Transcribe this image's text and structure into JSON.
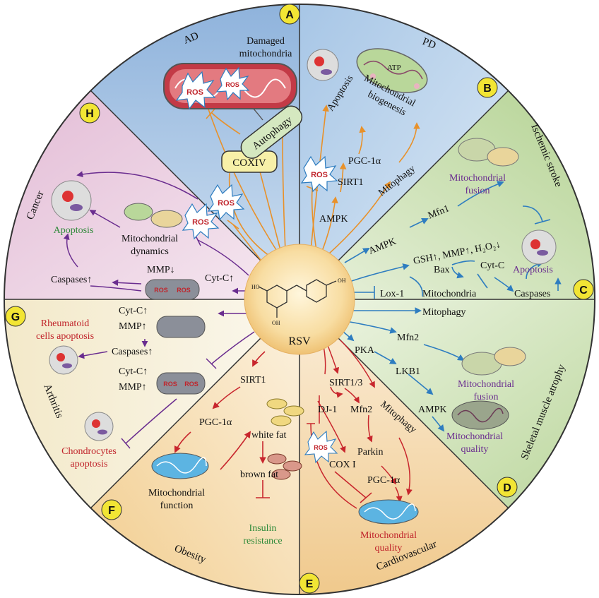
{
  "center": {
    "label": "RSV"
  },
  "badges": [
    "A",
    "B",
    "C",
    "D",
    "E",
    "F",
    "G",
    "H"
  ],
  "sections": {
    "ad": {
      "title": "AD",
      "damaged": [
        "Damaged",
        "mitochondria"
      ],
      "coxiv": "COXIV",
      "autophagy": "Autophagy",
      "ros": "ROS"
    },
    "pd": {
      "title": "PD",
      "apoptosis": "Apoptosis",
      "biogenesis": [
        "Mitochondrial",
        "biogenesis"
      ],
      "pgc": "PGC-1α",
      "sirt1": "SIRT1",
      "ros": "ROS",
      "mitophagy": "Mitophagy",
      "ampk": "AMPK",
      "atp": "ATP"
    },
    "ischemic": {
      "title": "Ischemic stroke",
      "fusion": [
        "Mitochondrial",
        "fusion"
      ],
      "mfn1": "Mfn1",
      "ampk": "AMPK",
      "gsh": "GSH↑, MMP↑, H₂O₂↓",
      "bax": "Bax",
      "cytc": "Cyt-C",
      "apoptosis": "Apoptosis",
      "lox": "Lox-1",
      "mito": "Mitochondria",
      "caspases": "Caspases"
    },
    "skeletal": {
      "title": "Skeletal muscle atrophy",
      "mitophagy": "Mitophagy",
      "mfn2": "Mfn2",
      "pka": "PKA",
      "fusion": [
        "Mitochondrial",
        "fusion"
      ],
      "lkb1": "LKB1",
      "ampk": "AMPK",
      "quality": [
        "Mitochondrial",
        "quality"
      ]
    },
    "cardio": {
      "title": "Cardiovascular",
      "sirt13": "SIRT1/3",
      "dj1": "DJ-1",
      "mfn2": "Mfn2",
      "mitophagy": "Mitophagy",
      "ros": "ROS",
      "parkin": "Parkin",
      "cox1": "COX I",
      "pgc": "PGC-1α",
      "quality": [
        "Mitochondrial",
        "quality"
      ]
    },
    "obesity": {
      "title": "Obesity",
      "sirt1": "SIRT1",
      "pgc": "PGC-1α",
      "white": "white fat",
      "brown": "brown fat",
      "function": [
        "Mitochondrial",
        "function"
      ],
      "insulin": [
        "Insulin",
        "resistance"
      ]
    },
    "arthritis": {
      "title": "Arthritis",
      "rheum": [
        "Rheumatoid",
        "cells apoptosis"
      ],
      "cytc1": "Cyt-C↑",
      "mmp1": "MMP↑",
      "caspases": "Caspases↑",
      "cytc2": "Cyt-C↑",
      "mmp2": "MMP↑",
      "chondro": [
        "Chondrocytes",
        "apoptosis"
      ],
      "ros": "ROS"
    },
    "cancer": {
      "title": "Cancer",
      "apoptosis": "Apoptosis",
      "dynamics": [
        "Mitochondrial",
        "dynamics"
      ],
      "mmp": "MMP↓",
      "cytc": "Cyt-C↑",
      "caspases": "Caspases↑",
      "ros": "ROS"
    }
  },
  "colors": {
    "ad": "#a9c6e6",
    "pd": "#b6cfe9",
    "ischemic": "#cfe3b8",
    "skeletal": "#d4e6c0",
    "cardio": "#f3dfbf",
    "obesity": "#f5e4c4",
    "arthritis": "#f6f0dc",
    "cancer": "#ecd3e3",
    "orange": "#e8912a",
    "blue": "#2e7dc0",
    "red": "#c8262d",
    "purple": "#6a2d8f",
    "badge": "#f2e534"
  }
}
